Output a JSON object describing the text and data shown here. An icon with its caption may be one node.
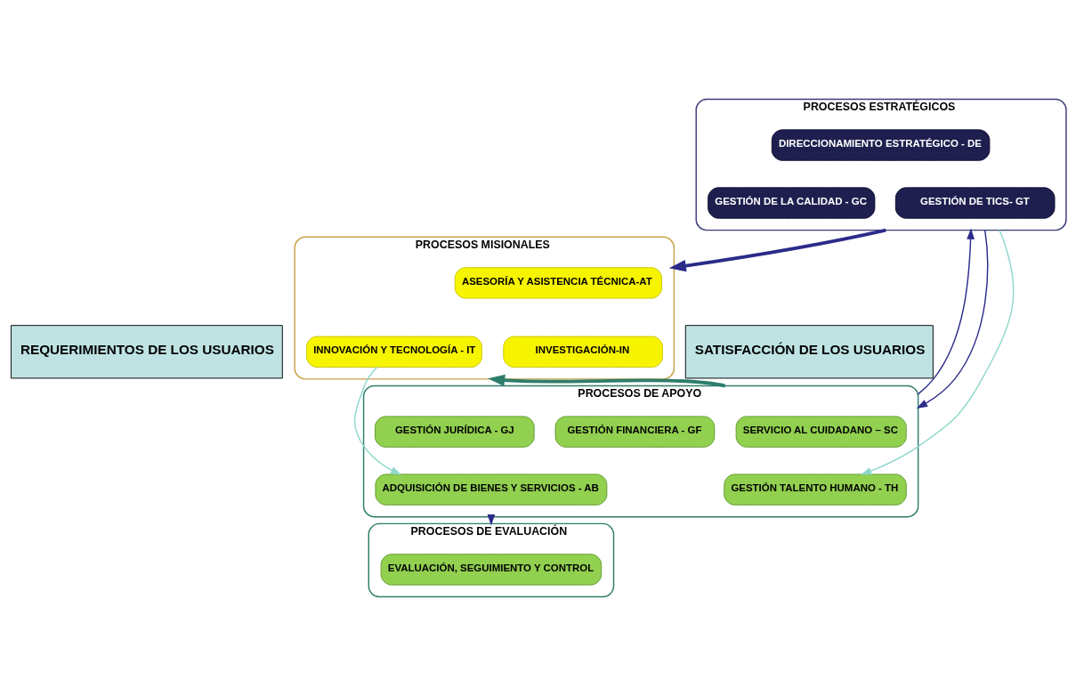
{
  "diagram": {
    "nodes": [
      {
        "text": [
          "REQUERIMIENTOS DE LOS USUARIOS"
        ]
      },
      {
        "text": [
          "PROCESOS ESTRATÉGICOS"
        ]
      },
      {
        "text": [
          "DIRECCIONAMIENTO ESTRATÉGICO - DE"
        ],
        "in": 1
      },
      {
        "text": [
          "GESTIÓN DE LA CALIDAD - GC"
        ],
        "in": 1
      },
      {
        "text": [
          "GESTIÓN DE TICS- GT"
        ],
        "in": 1
      },
      {
        "text": [
          "PROCESOS MISIONALES"
        ]
      },
      {
        "text": [
          "ASESORÍA Y ASISTENCIA TÉCNICA-AT"
        ],
        "in": 5
      },
      {
        "text": [
          "INVESTIGACIÓN-IN"
        ],
        "in": 5
      },
      {
        "text": [
          "INNOVACIÓN Y TECNOLOGÍA - IT"
        ],
        "in": 5
      },
      {
        "text": [
          "PROCESOS DE APOYO"
        ]
      },
      {
        "text": [
          "SERVICIO AL CUIDADANO – SC"
        ],
        "in": 9
      },
      {
        "text": [
          "GESTIÓN FINANCIERA - GF"
        ],
        "in": 9
      },
      {
        "text": [
          "GESTIÓN JURÍDICA - GJ"
        ],
        "in": 9
      },
      {
        "text": [
          "GESTIÓN TALENTO HUMANO - TH"
        ],
        "in": 9
      },
      {
        "text": [
          "ADQUISICIÓN DE BIENES Y SERVICIOS - AB"
        ],
        "in": 9
      },
      {
        "text": [
          "PROCESOS DE EVALUACIÓN"
        ]
      },
      {
        "text": [
          "EVALUACIÓN, SEGUIMIENTO Y CONTROL"
        ],
        "in": 15
      },
      {
        "text": [
          "SATISFACCIÓN DE LOS USUARIOS"
        ]
      }
    ],
    "edges": [
      {
        "from": 1,
        "to": 5,
        "arrow": "to",
        "style": "thick"
      },
      {
        "from": 9,
        "to": 5,
        "arrow": "to",
        "style": "thick",
        "color": "#2e7d6b"
      },
      {
        "from": 9,
        "to": 1,
        "arrow": "to"
      },
      {
        "from": 1,
        "to": 9,
        "arrow": "to"
      },
      {
        "from": 1,
        "to": 13,
        "arrow": "to",
        "color": "#8fd8cc"
      },
      {
        "from": 8,
        "to": 14,
        "arrow": "to",
        "color": "#8fd8cc"
      },
      {
        "from": 9,
        "to": 15,
        "arrow": "to"
      }
    ]
  }
}
